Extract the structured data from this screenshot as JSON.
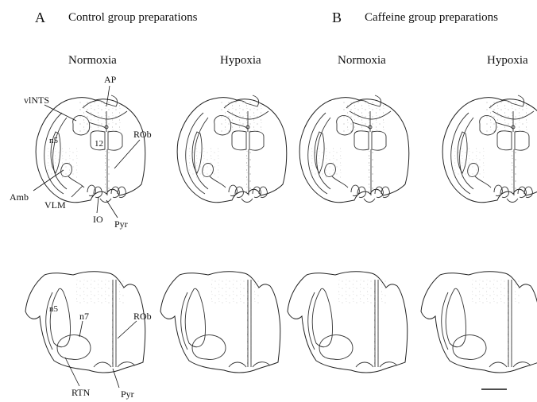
{
  "panels": [
    {
      "letter": "A",
      "title": "Control group preparations"
    },
    {
      "letter": "B",
      "title": "Caffeine group preparations"
    }
  ],
  "conditions": [
    "Normoxia",
    "Hypoxia",
    "Normoxia",
    "Hypoxia"
  ],
  "labels": {
    "upper": {
      "vlNTS": "vlNTS",
      "AP": "AP",
      "n5": "n5",
      "n12": "12",
      "ROb": "ROb",
      "Amb": "Amb",
      "VLM": "VLM",
      "IO": "IO",
      "Pyr": "Pyr"
    },
    "lower": {
      "n5": "n5",
      "n7": "n7",
      "ROb": "ROb",
      "RTN": "RTN",
      "Pyr": "Pyr"
    }
  }
}
